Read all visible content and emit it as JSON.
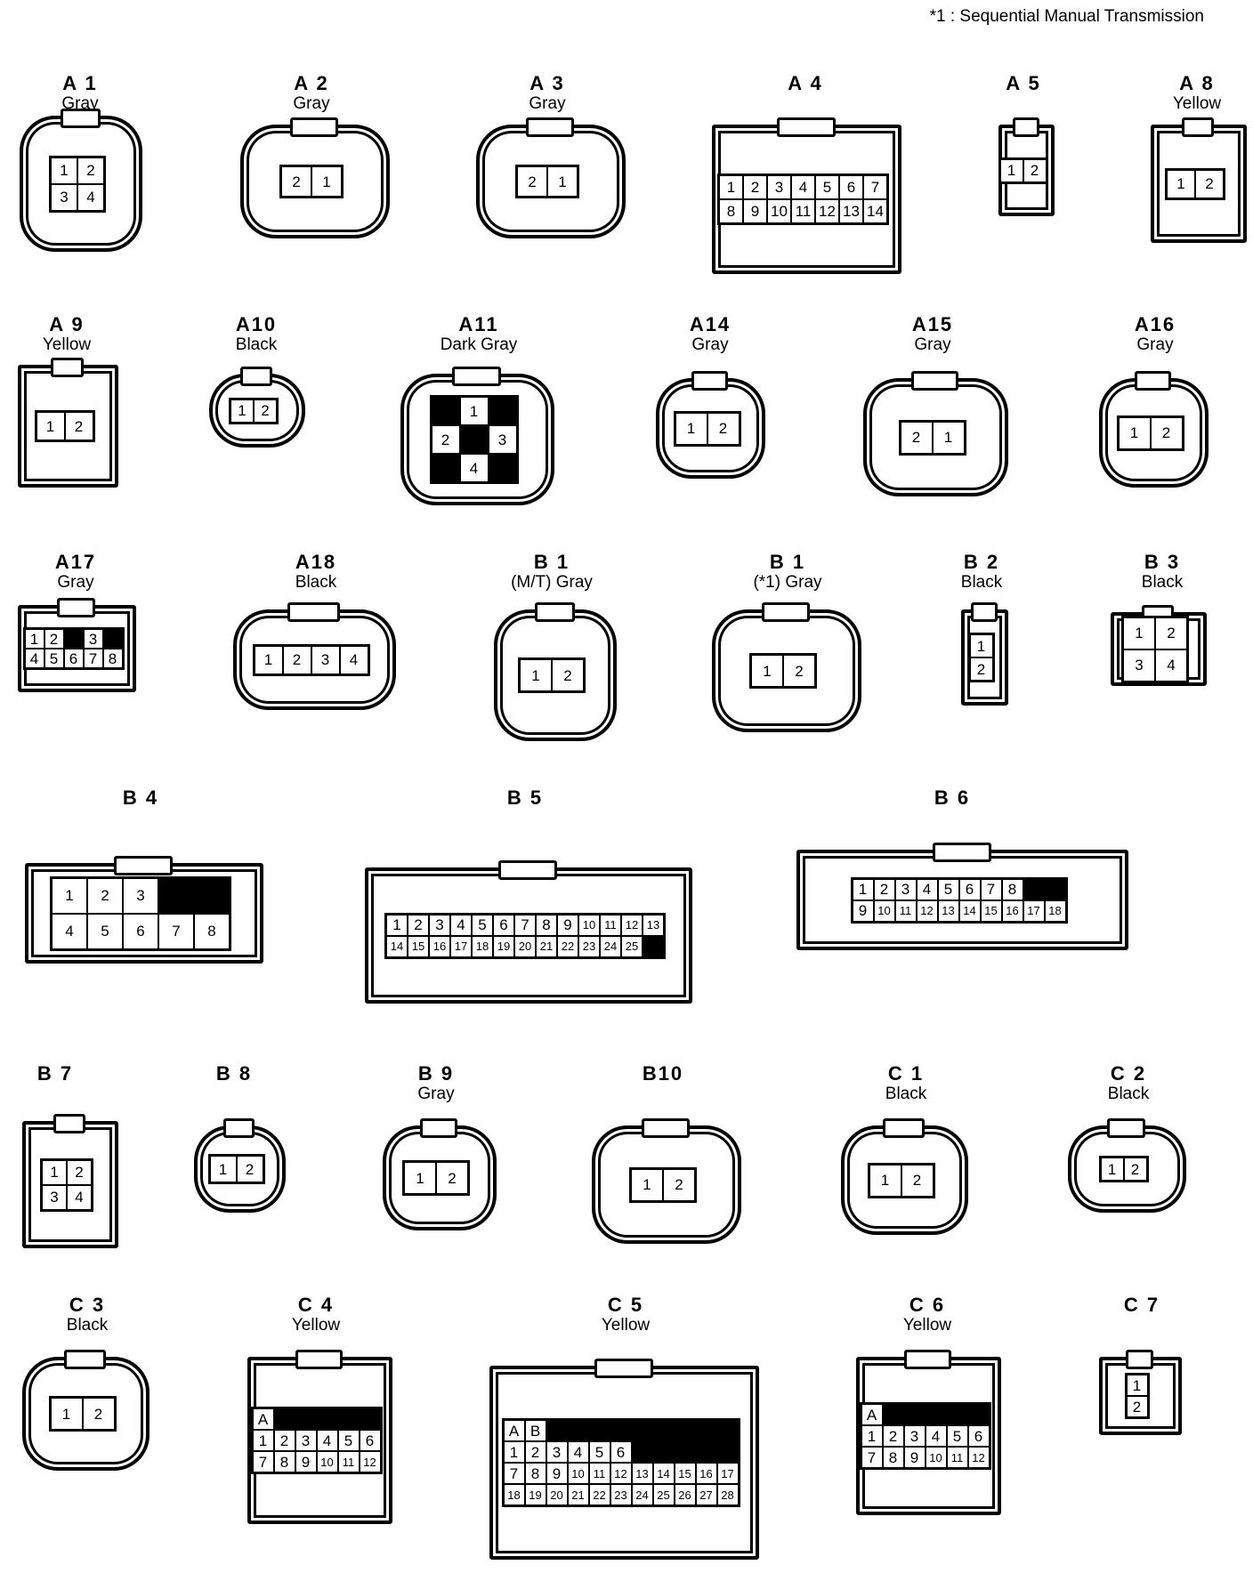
{
  "note": "*1 : Sequential Manual Transmission",
  "connectors": [
    {
      "id": "A 1",
      "color": "Gray",
      "pins": [
        [
          "1",
          "2"
        ],
        [
          "3",
          "4"
        ]
      ]
    },
    {
      "id": "A 2",
      "color": "Gray",
      "pins": [
        [
          "2",
          "1"
        ]
      ]
    },
    {
      "id": "A 3",
      "color": "Gray",
      "pins": [
        [
          "2",
          "1"
        ]
      ]
    },
    {
      "id": "A 4",
      "color": "",
      "pins": [
        [
          "1",
          "2",
          "3",
          "4",
          "5",
          "6",
          "7"
        ],
        [
          "8",
          "9",
          "10",
          "11",
          "12",
          "13",
          "14"
        ]
      ]
    },
    {
      "id": "A 5",
      "color": "",
      "pins": [
        [
          "1",
          "2"
        ]
      ]
    },
    {
      "id": "A 8",
      "color": "Yellow",
      "pins": [
        [
          "1",
          "2"
        ]
      ]
    },
    {
      "id": "A 9",
      "color": "Yellow",
      "pins": [
        [
          "1",
          "2"
        ]
      ]
    },
    {
      "id": "A10",
      "color": "Black",
      "pins": [
        [
          "1",
          "2"
        ]
      ]
    },
    {
      "id": "A11",
      "color": "Dark Gray",
      "pins": [
        [
          "",
          "1",
          ""
        ],
        [
          "2",
          "",
          "3"
        ],
        [
          "",
          "4",
          ""
        ]
      ]
    },
    {
      "id": "A14",
      "color": "Gray",
      "pins": [
        [
          "1",
          "2"
        ]
      ]
    },
    {
      "id": "A15",
      "color": "Gray",
      "pins": [
        [
          "2",
          "1"
        ]
      ]
    },
    {
      "id": "A16",
      "color": "Gray",
      "pins": [
        [
          "1",
          "2"
        ]
      ]
    },
    {
      "id": "A17",
      "color": "Gray",
      "pins": [
        [
          "1",
          "2",
          "",
          "3"
        ],
        [
          "4",
          "5",
          "6",
          "7",
          "8"
        ]
      ]
    },
    {
      "id": "A18",
      "color": "Black",
      "pins": [
        [
          "1",
          "2",
          "3",
          "4"
        ]
      ]
    },
    {
      "id": "B 1",
      "color": "(M/T)  Gray",
      "pins": [
        [
          "1",
          "2"
        ]
      ]
    },
    {
      "id": "B 1",
      "color": "(*1)  Gray",
      "pins": [
        [
          "1",
          "2"
        ]
      ]
    },
    {
      "id": "B 2",
      "color": "Black",
      "pins": [
        [
          "1"
        ],
        [
          "2"
        ]
      ]
    },
    {
      "id": "B 3",
      "color": "Black",
      "pins": [
        [
          "1",
          "2"
        ],
        [
          "3",
          "4"
        ]
      ]
    },
    {
      "id": "B 4",
      "color": "",
      "pins": [
        [
          "1",
          "2",
          "3"
        ],
        [
          "4",
          "5",
          "6",
          "7",
          "8"
        ]
      ]
    },
    {
      "id": "B 5",
      "color": "",
      "pins": [
        [
          "1",
          "2",
          "3",
          "4",
          "5",
          "6",
          "7",
          "8",
          "9",
          "10",
          "11",
          "12",
          "13"
        ],
        [
          "14",
          "15",
          "16",
          "17",
          "18",
          "19",
          "20",
          "21",
          "22",
          "23",
          "24",
          "25"
        ]
      ]
    },
    {
      "id": "B 6",
      "color": "",
      "pins": [
        [
          "1",
          "2",
          "3",
          "4",
          "5",
          "6",
          "7",
          "8"
        ],
        [
          "9",
          "10",
          "11",
          "12",
          "13",
          "14",
          "15",
          "16",
          "17",
          "18"
        ]
      ]
    },
    {
      "id": "B 7",
      "color": "",
      "pins": [
        [
          "1",
          "2"
        ],
        [
          "3",
          "4"
        ]
      ]
    },
    {
      "id": "B 8",
      "color": "",
      "pins": [
        [
          "1",
          "2"
        ]
      ]
    },
    {
      "id": "B 9",
      "color": "Gray",
      "pins": [
        [
          "1",
          "2"
        ]
      ]
    },
    {
      "id": "B10",
      "color": "",
      "pins": [
        [
          "1",
          "2"
        ]
      ]
    },
    {
      "id": "C 1",
      "color": "Black",
      "pins": [
        [
          "1",
          "2"
        ]
      ]
    },
    {
      "id": "C 2",
      "color": "Black",
      "pins": [
        [
          "1",
          "2"
        ]
      ]
    },
    {
      "id": "C 3",
      "color": "Black",
      "pins": [
        [
          "1",
          "2"
        ]
      ]
    },
    {
      "id": "C 4",
      "color": "Yellow",
      "pins": [
        [
          "A"
        ],
        [
          "1",
          "2",
          "3",
          "4",
          "5",
          "6"
        ],
        [
          "7",
          "8",
          "9",
          "10",
          "11",
          "12"
        ]
      ]
    },
    {
      "id": "C 5",
      "color": "Yellow",
      "pins": [
        [
          "A",
          "B"
        ],
        [
          "1",
          "2",
          "3",
          "4",
          "5",
          "6"
        ],
        [
          "7",
          "8",
          "9",
          "10",
          "11",
          "12",
          "13",
          "14",
          "15",
          "16",
          "17"
        ],
        [
          "18",
          "19",
          "20",
          "21",
          "22",
          "23",
          "24",
          "25",
          "26",
          "27",
          "28"
        ]
      ]
    },
    {
      "id": "C 6",
      "color": "Yellow",
      "pins": [
        [
          "A"
        ],
        [
          "1",
          "2",
          "3",
          "4",
          "5",
          "6"
        ],
        [
          "7",
          "8",
          "9",
          "10",
          "11",
          "12"
        ]
      ]
    },
    {
      "id": "C 7",
      "color": "",
      "pins": [
        [
          "1"
        ],
        [
          "2"
        ]
      ]
    }
  ]
}
